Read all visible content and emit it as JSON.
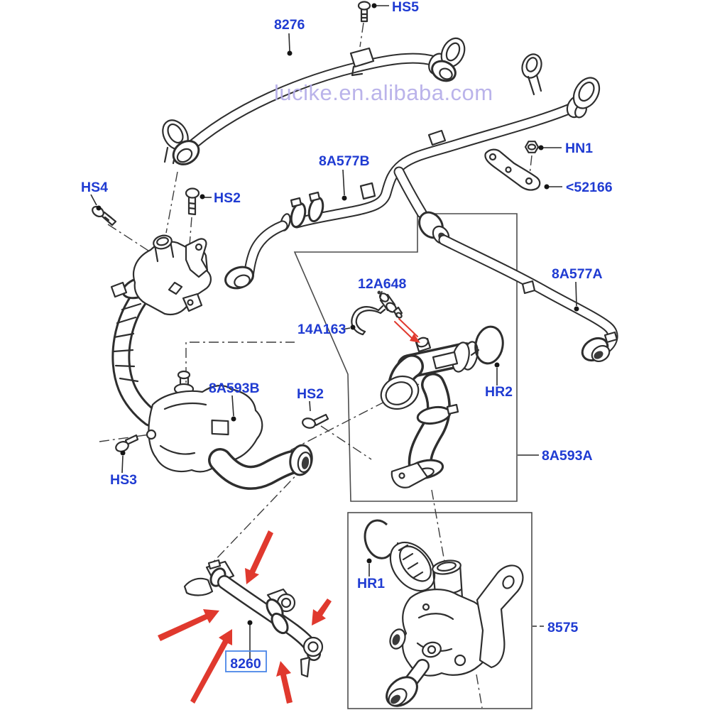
{
  "watermark": {
    "text": "lucike.en.alibaba.com"
  },
  "colors": {
    "label_blue": "#1f3bd2",
    "arrow_red": "#e0392e",
    "line_dark": "#2e2e2e",
    "watermark_lavender": "#b3abe8",
    "highlight_box_blue": "#4a86e8"
  },
  "callouts": {
    "hs5": "HS5",
    "n8276": "8276",
    "hn1": "HN1",
    "n52166": "<52166",
    "hs4": "HS4",
    "hs2_top": "HS2",
    "n8a577b": "8A577B",
    "n8a577a": "8A577A",
    "n12a648": "12A648",
    "n14a163": "14A163",
    "hr2": "HR2",
    "n8a593a": "8A593A",
    "hs2_mid": "HS2",
    "n8a593b": "8A593B",
    "hs3": "HS3",
    "hr1": "HR1",
    "n8575": "8575",
    "n8260": "8260"
  }
}
